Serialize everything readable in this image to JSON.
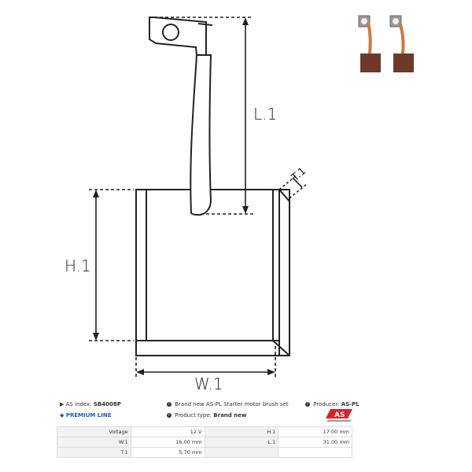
{
  "labels": {
    "length": "L.1",
    "height": "H.1",
    "width": "W.1",
    "thickness": "T.1"
  },
  "info": {
    "index_label": "AS index:",
    "index_value": "SB4008P",
    "premium_line": "PREMIUM LINE",
    "description": "Brand new AS-PL Starter motor brush set",
    "product_type_label": "Product type:",
    "product_type_value": "Brand new",
    "producer_label": "Producer:",
    "producer_value": "AS-PL",
    "logo_text": "AS"
  },
  "specs": [
    {
      "k1": "Voltage",
      "v1": "12 V",
      "k2": "H.1",
      "v2": "17.00 mm"
    },
    {
      "k1": "W.1",
      "v1": "16.00 mm",
      "k2": "L.1",
      "v2": "31.00 mm"
    },
    {
      "k1": "T.1",
      "v1": "5.70 mm",
      "k2": "",
      "v2": ""
    }
  ],
  "colors": {
    "line": "#222222",
    "brush_body": "#6b3a2a",
    "copper": "#c67a45",
    "logo_red": "#d8232a",
    "premium_blue": "#1e5bb8"
  }
}
